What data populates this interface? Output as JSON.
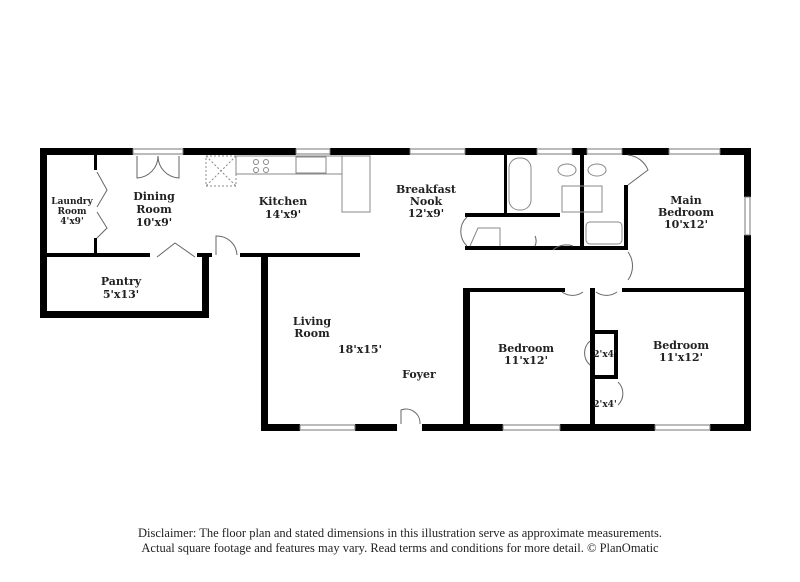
{
  "rooms": {
    "laundry": {
      "name_1": "Laundry",
      "name_2": "Room",
      "size": "4'x9'"
    },
    "dining": {
      "name_1": "Dining",
      "name_2": "Room",
      "size": "10'x9'"
    },
    "kitchen": {
      "name": "Kitchen",
      "size": "14'x9'"
    },
    "breakfast": {
      "name_1": "Breakfast",
      "name_2": "Nook",
      "size": "12'x9'"
    },
    "main_bedroom": {
      "name_1": "Main",
      "name_2": "Bedroom",
      "size": "10'x12'"
    },
    "pantry": {
      "name": "Pantry",
      "size": "5'x13'"
    },
    "living": {
      "name_1": "Living",
      "name_2": "Room",
      "size": "18'x15'"
    },
    "foyer": {
      "name": "Foyer"
    },
    "bedroom_2": {
      "name": "Bedroom",
      "size": "11'x12'"
    },
    "bedroom_3": {
      "name": "Bedroom",
      "size": "11'x12'"
    },
    "closet_1": {
      "size": "2'x4'"
    },
    "closet_2": {
      "size": "2'x4'"
    }
  },
  "colors": {
    "wall": "#000000",
    "fixture": "#888888"
  },
  "disclaimer": {
    "line_1": "Disclaimer: The floor plan and stated dimensions in this illustration serve as approximate measurements.",
    "line_2": "Actual square footage and features may vary. Read terms and conditions for more detail. © PlanOmatic"
  }
}
